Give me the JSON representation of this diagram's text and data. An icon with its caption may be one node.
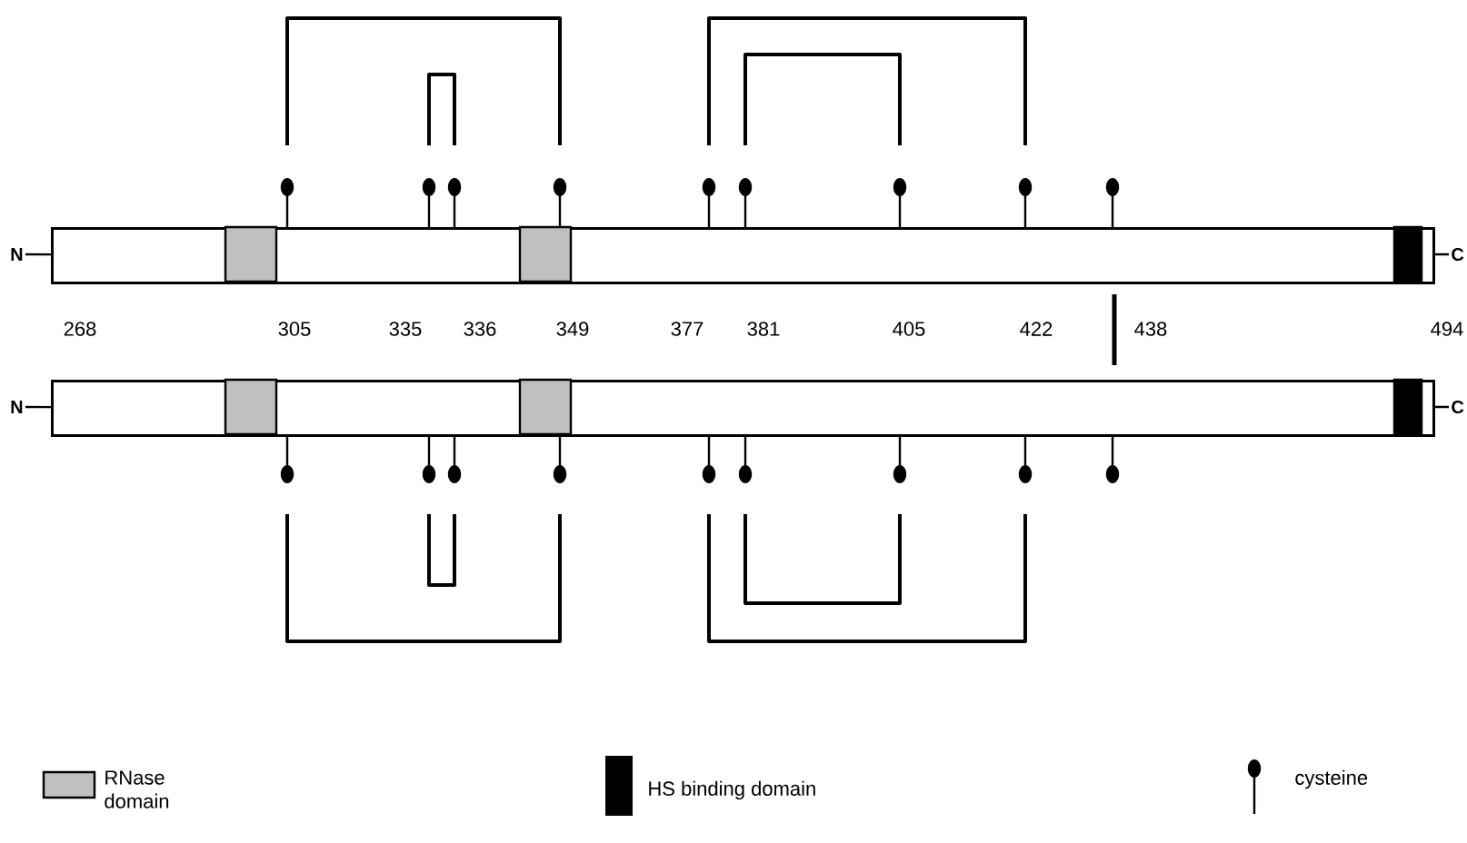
{
  "diagram": {
    "nodes": [
      {
        "text": [],
        "shape": "bar"
      },
      {
        "text": [],
        "shape": "bar"
      },
      {
        "text": [
          "N"
        ]
      },
      {
        "text": [
          "C"
        ]
      },
      {
        "text": [
          "N"
        ]
      },
      {
        "text": [
          "C"
        ]
      }
    ],
    "edges": [
      {
        "from": 2,
        "to": 0,
        "arrow": "none"
      },
      {
        "from": 0,
        "to": 3,
        "arrow": "none"
      },
      {
        "from": 4,
        "to": 1,
        "arrow": "none"
      },
      {
        "from": 1,
        "to": 5,
        "arrow": "none"
      }
    ],
    "labels": [
      "268",
      "305",
      "335",
      "336",
      "349",
      "377",
      "381",
      "405",
      "422",
      "438",
      "494"
    ],
    "legend": [
      {
        "text": "RNase domain",
        "color": "#c0c0c0"
      },
      {
        "text": "HS binding domain",
        "color": "#000000"
      },
      {
        "text": "cysteine"
      }
    ]
  }
}
